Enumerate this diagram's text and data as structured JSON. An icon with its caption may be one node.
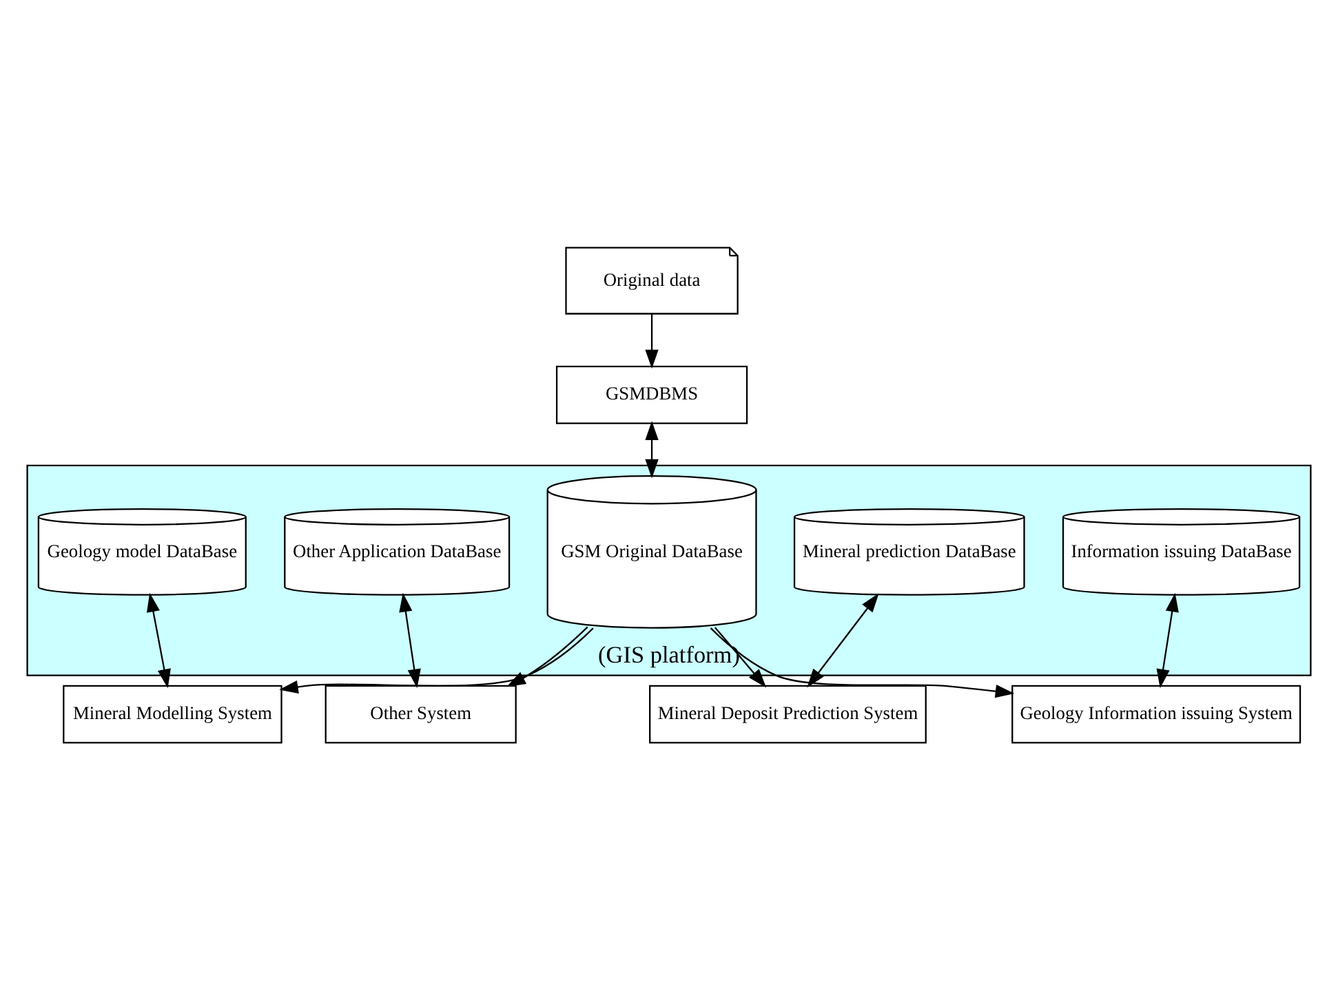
{
  "diagram": {
    "nodes": [
      {
        "text": [
          "Original data"
        ]
      },
      {
        "text": [
          "GSMDBMS"
        ]
      },
      {
        "text": [
          "(GIS platform)"
        ]
      },
      {
        "text": [
          "Geology model DataBase"
        ],
        "in": 2
      },
      {
        "text": [
          "GSM Original DataBase"
        ],
        "in": 2
      },
      {
        "text": [
          "Other Application DataBase"
        ],
        "in": 2
      },
      {
        "text": [
          "Mineral Modelling System"
        ]
      },
      {
        "text": [
          "Other System"
        ]
      },
      {
        "text": [
          "Mineral prediction DataBase"
        ],
        "in": 2
      },
      {
        "text": [
          "Information issuing DataBase"
        ],
        "in": 2
      },
      {
        "text": [
          "Mineral Deposit Prediction System"
        ]
      },
      {
        "text": [
          "Geology Information issuing System"
        ]
      }
    ],
    "edges": [
      {
        "from": 0,
        "to": 1,
        "arrow": "to"
      },
      {
        "from": 1,
        "to": 4,
        "arrow": "both"
      },
      {
        "from": 3,
        "to": 6,
        "arrow": "both"
      },
      {
        "from": 4,
        "to": 6,
        "arrow": "to"
      },
      {
        "from": 5,
        "to": 7,
        "arrow": "both"
      },
      {
        "from": 4,
        "to": 7,
        "arrow": "to"
      },
      {
        "from": 8,
        "to": 10,
        "arrow": "both"
      },
      {
        "from": 4,
        "to": 10,
        "arrow": "to"
      },
      {
        "from": 4,
        "to": 11,
        "arrow": "to"
      },
      {
        "from": 9,
        "to": 11,
        "arrow": "both"
      }
    ]
  }
}
